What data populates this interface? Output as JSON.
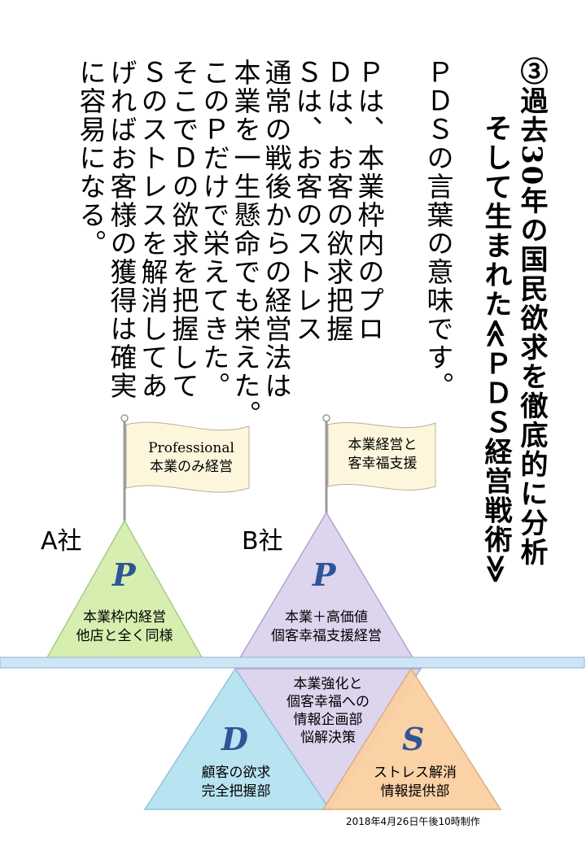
{
  "title": {
    "line1": "③過去30年の国民欲求を徹底的に分析",
    "line2": "そして生まれた≪ＰＤＳ経営戦術≫"
  },
  "body": {
    "lines": [
      "ＰＤＳの言葉の意味です。",
      "Ｐは、本業枠内のプロ",
      "Ｄは、お客の欲求把握",
      "Ｓは、お客のストレス",
      "通常の戦後からの経営法は",
      "本業を一生懸命でも栄えた。",
      "このＰだけで栄えてきた。",
      "そこでＤの欲求を把握して",
      "Ｓのストレスを解消してあ",
      "げればお客様の獲得は確実",
      "に容易になる。"
    ]
  },
  "diagram": {
    "company_a": {
      "name": "A社",
      "flag_line1": "Professional",
      "flag_line2": "本業のみ経営",
      "letter": "P",
      "label_line1": "本業枠内経営",
      "label_line2": "他店と全く同様"
    },
    "company_b": {
      "name": "B社",
      "flag_line1": "本業経営と",
      "flag_line2": "客幸福支援",
      "letter": "P",
      "label_line1": "本業＋高価値",
      "label_line2": "個客幸福支援経営"
    },
    "d_triangle": {
      "letter": "D",
      "label_line1": "顧客の欲求",
      "label_line2": "完全把握部"
    },
    "s_triangle": {
      "letter": "S",
      "label_line1": "ストレス解消",
      "label_line2": "情報提供部"
    },
    "middle": {
      "line1": "本業強化と",
      "line2": "個客幸福への",
      "line3": "情報企画部",
      "line4": "悩解決策"
    }
  },
  "footer": {
    "date": "2018年4月26日午後10時制作"
  },
  "colors": {
    "green_triangle": "#d6efb0",
    "purple_triangle": "#ddd4ee",
    "blue_triangle": "#b5e3f2",
    "orange_triangle": "#fbcfa2",
    "flag": "#fdf6dc",
    "bar": "#cfe4f4",
    "letter": "#2f5597"
  }
}
